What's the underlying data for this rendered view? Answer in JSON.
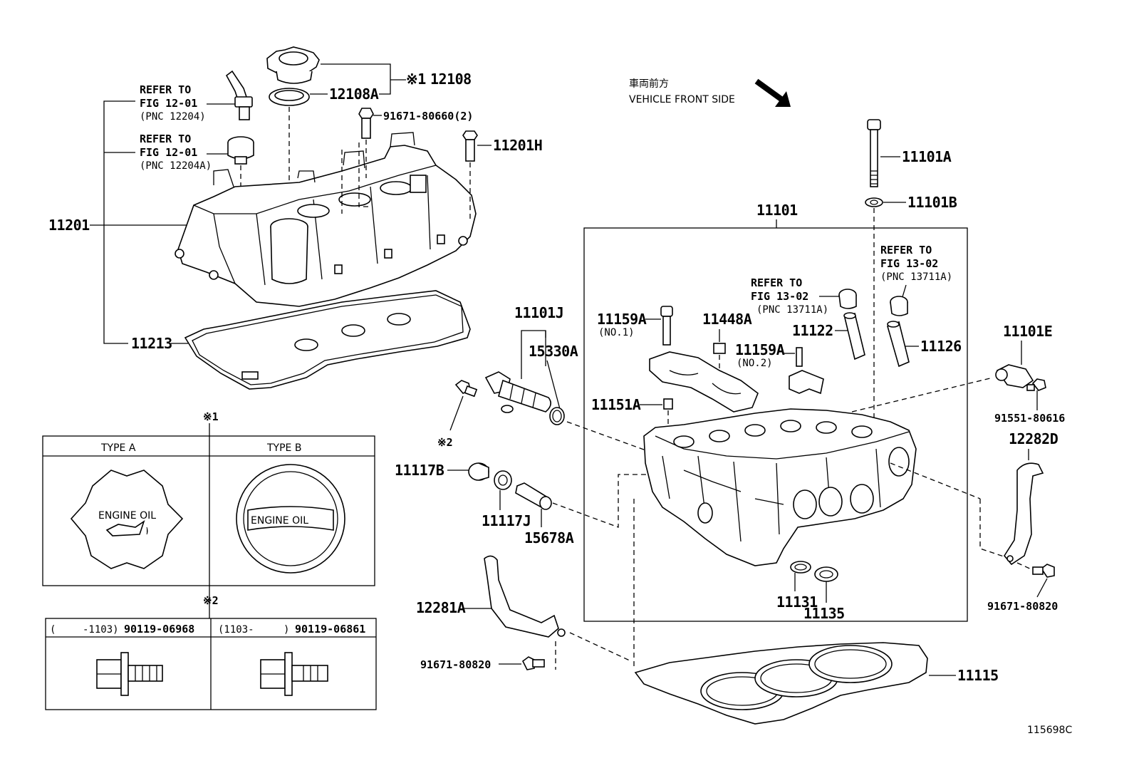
{
  "header": {
    "direction_jp": "車両前方",
    "direction_en": "VEHICLE FRONT SIDE",
    "figure_id": "115698C"
  },
  "labels": {
    "p12108": "12108",
    "p12108A": "12108A",
    "mark1_ref": "※1",
    "p91671_80660": "91671-80660(2)",
    "p11201H": "11201H",
    "p11201": "11201",
    "p11213": "11213",
    "ref1_line1": "REFER TO",
    "ref1_line2": "FIG 12-01",
    "ref1_line3": "(PNC 12204)",
    "ref2_line1": "REFER TO",
    "ref2_line2": "FIG 12-01",
    "ref2_line3": "(PNC 12204A)",
    "p11101A": "11101A",
    "p11101B": "11101B",
    "p11101": "11101",
    "ref3_line1": "REFER TO",
    "ref3_line2": "FIG 13-02",
    "ref3_line3": "(PNC 13711A)",
    "ref4_line1": "REFER TO",
    "ref4_line2": "FIG 13-02",
    "ref4_line3": "(PNC 13711A)",
    "p11159A_1": "11159A",
    "p11159A_1_sub": "(NO.1)",
    "p11448A": "11448A",
    "p11122": "11122",
    "p11126": "11126",
    "p11159A_2": "11159A",
    "p11159A_2_sub": "(NO.2)",
    "p11151A": "11151A",
    "p11101J": "11101J",
    "p15330A": "15330A",
    "mark2": "※2",
    "p11117B": "11117B",
    "p11117J": "11117J",
    "p15678A": "15678A",
    "p11101E": "11101E",
    "p91551_80616": "91551-80616",
    "p12282D": "12282D",
    "p91671_80820_r": "91671-80820",
    "p11131": "11131",
    "p11135": "11135",
    "p12281A": "12281A",
    "p91671_80820_l": "91671-80820",
    "p11115": "11115"
  },
  "cap_table": {
    "mark": "※1",
    "type_a": "TYPE A",
    "type_b": "TYPE B",
    "cap_a_text": "ENGINE OIL",
    "cap_b_text": "ENGINE OIL"
  },
  "bolt_table": {
    "mark": "※2",
    "left_range_open": "(",
    "left_range": "-1103)",
    "left_part": "90119-06968",
    "right_range": "(1103-",
    "right_range_close": ")",
    "right_part": "90119-06861"
  }
}
